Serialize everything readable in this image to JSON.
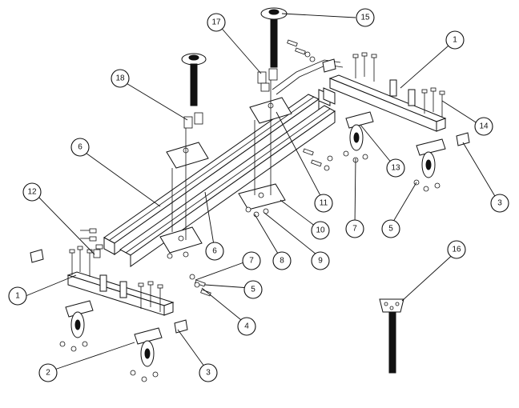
{
  "diagram": {
    "callouts": [
      "1",
      "1",
      "2",
      "3",
      "3",
      "4",
      "5",
      "5",
      "6",
      "6",
      "7",
      "7",
      "8",
      "9",
      "10",
      "11",
      "12",
      "13",
      "14",
      "15",
      "16",
      "17",
      "18"
    ]
  }
}
